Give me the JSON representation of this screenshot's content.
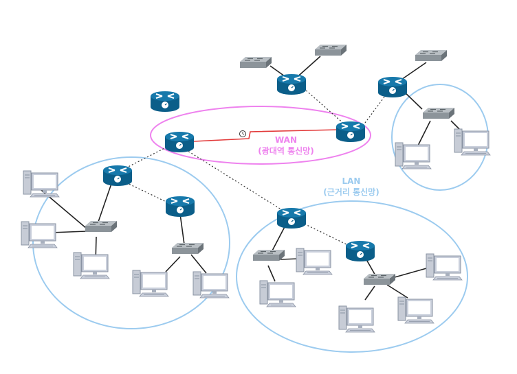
{
  "labels": {
    "wan_title": "WAN",
    "wan_subtitle": "(광대역 통신망)",
    "lan_title": "LAN",
    "lan_subtitle": "(근거리 통신망)"
  },
  "colors": {
    "wan": "#ee82ee",
    "lan": "#9ccbef",
    "router_fill": "#0f6a9a",
    "wan_link": "#e23a3a",
    "link": "#222222",
    "dotted": "#333333"
  },
  "icons": {
    "router": "router-icon",
    "switch": "switch-icon",
    "computer": "computer-icon",
    "clock": "clock-icon"
  }
}
